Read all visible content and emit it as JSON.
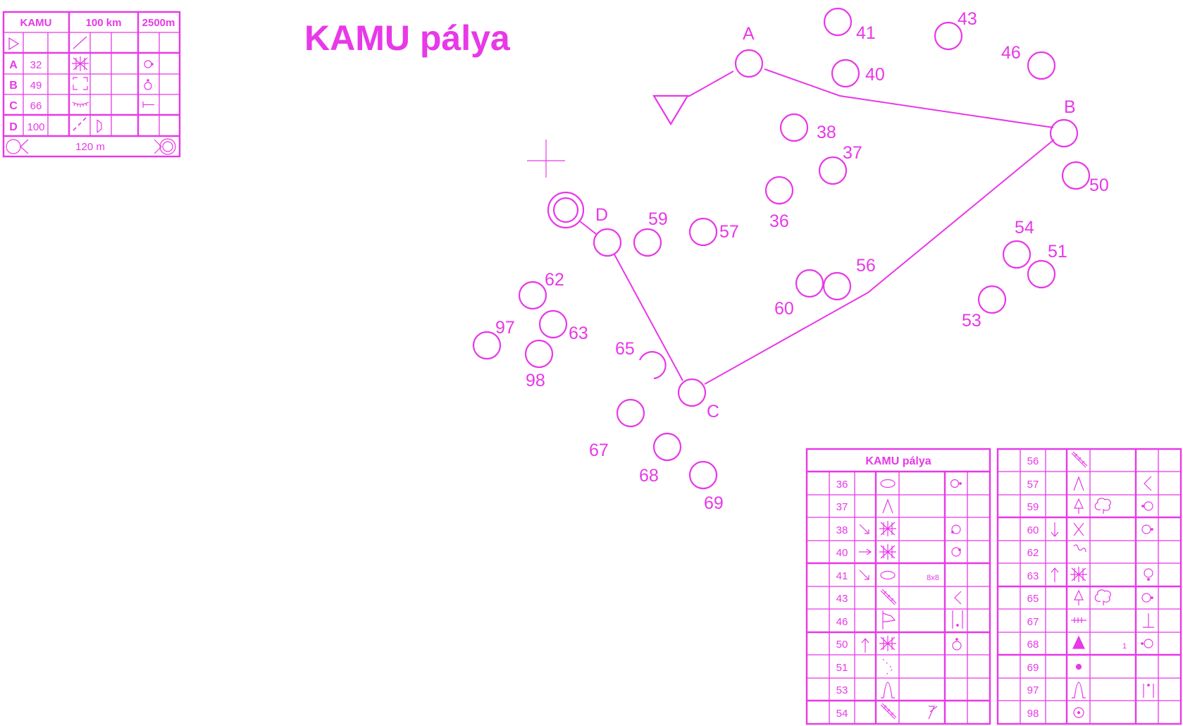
{
  "map": {
    "title": "KAMU pálya",
    "color": "#e838e8",
    "course": [
      "A",
      "B",
      "C",
      "D"
    ],
    "controls": [
      {
        "label": "A"
      },
      {
        "label": "B"
      },
      {
        "label": "C"
      },
      {
        "label": "D"
      },
      {
        "label": "36"
      },
      {
        "label": "37"
      },
      {
        "label": "38"
      },
      {
        "label": "40"
      },
      {
        "label": "41"
      },
      {
        "label": "43"
      },
      {
        "label": "46"
      },
      {
        "label": "50"
      },
      {
        "label": "51"
      },
      {
        "label": "53"
      },
      {
        "label": "54"
      },
      {
        "label": "56"
      },
      {
        "label": "57"
      },
      {
        "label": "59"
      },
      {
        "label": "60"
      },
      {
        "label": "62"
      },
      {
        "label": "63"
      },
      {
        "label": "65"
      },
      {
        "label": "67"
      },
      {
        "label": "68"
      },
      {
        "label": "69"
      },
      {
        "label": "97"
      },
      {
        "label": "98"
      }
    ]
  },
  "course_card": {
    "name": "KAMU",
    "length": "100 km",
    "climb": "2500m",
    "rows": [
      {
        "code": "A",
        "number": "32",
        "feature": "thicket-icon",
        "detail": "knoll-east-icon"
      },
      {
        "code": "B",
        "number": "49",
        "feature": "ruin-icon",
        "detail": "knoll-north-icon"
      },
      {
        "code": "C",
        "number": "66",
        "feature": "depression-icon",
        "detail": "line-end-icon"
      },
      {
        "code": "D",
        "number": "100",
        "feature": "path-icon",
        "detail": "boulder-side-icon"
      }
    ],
    "finish_distance": "120 m"
  },
  "description_table": {
    "title": "KAMU pálya",
    "left_rows": [
      "36",
      "37",
      "38",
      "40",
      "41",
      "43",
      "46",
      "50",
      "51",
      "53",
      "54"
    ],
    "right_rows": [
      "56",
      "57",
      "59",
      "60",
      "62",
      "63",
      "65",
      "67",
      "68",
      "69",
      "97",
      "98"
    ],
    "dimension_text": "8x8",
    "count_text": "1"
  }
}
